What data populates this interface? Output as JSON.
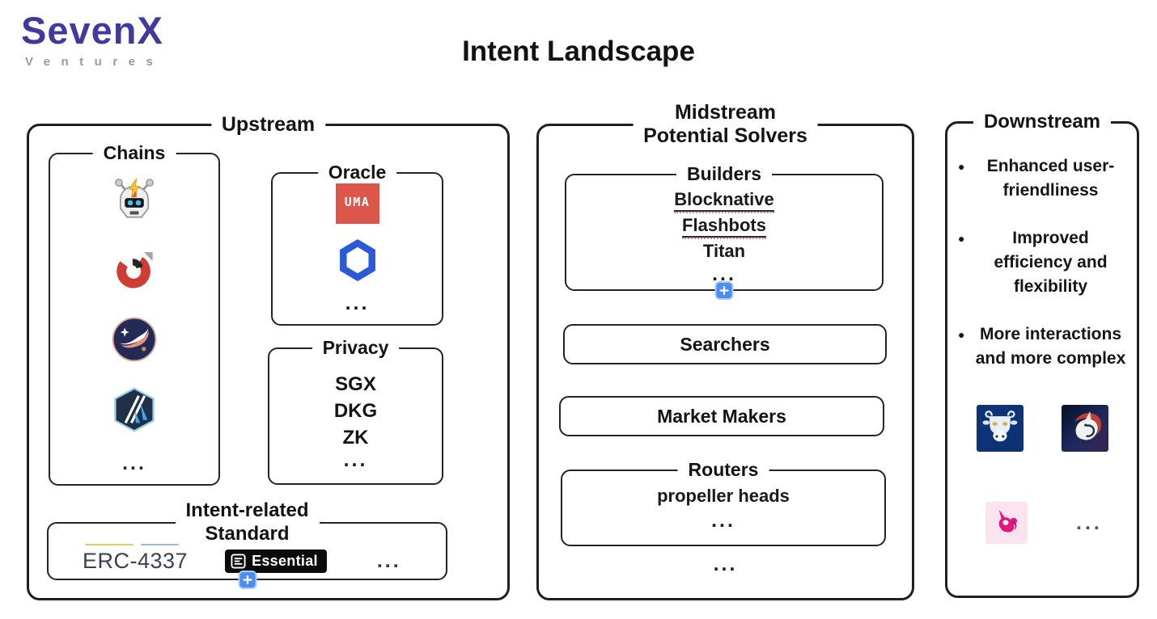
{
  "header": {
    "logo_primary": "SevenX",
    "logo_secondary": "Ventures",
    "title": "Intent Landscape"
  },
  "upstream": {
    "label": "Upstream",
    "chains": {
      "label": "Chains",
      "icons": [
        "robot-chain-icon",
        "donut-chart-chain-icon",
        "swirl-chain-icon",
        "arbitrum-icon"
      ],
      "more": "..."
    },
    "oracle": {
      "label": "Oracle",
      "uma_text": "UMA",
      "icons": [
        "uma-icon",
        "chainlink-icon"
      ],
      "more": "..."
    },
    "privacy": {
      "label": "Privacy",
      "items": [
        "SGX",
        "DKG",
        "ZK"
      ],
      "more": "..."
    },
    "standard": {
      "label_line1": "Intent-related",
      "label_line2": "Standard",
      "erc_text": "ERC-4337",
      "essential_text": "Essential",
      "more": "..."
    }
  },
  "midstream": {
    "label_line1": "Midstream",
    "label_line2": "Potential Solvers",
    "builders": {
      "label": "Builders",
      "items": [
        "Blocknative",
        "Flashbots",
        "Titan"
      ],
      "more": "..."
    },
    "searchers_label": "Searchers",
    "market_makers_label": "Market Makers",
    "routers": {
      "label": "Routers",
      "subtext": "propeller heads",
      "more": "..."
    },
    "more": "..."
  },
  "downstream": {
    "label": "Downstream",
    "bullets": [
      "Enhanced user-friendliness",
      "Improved efficiency and flexibility",
      "More interactions and more complex"
    ],
    "icons": [
      "cow-protocol-icon",
      "oneinch-icon",
      "uniswap-icon"
    ],
    "more": "..."
  },
  "colors": {
    "brand_purple": "#413a9e",
    "uma_red": "#dc564c",
    "chainlink_blue": "#2a5ada",
    "plus_blue": "#4a8ef5",
    "border_dark": "#1f1f1f"
  }
}
